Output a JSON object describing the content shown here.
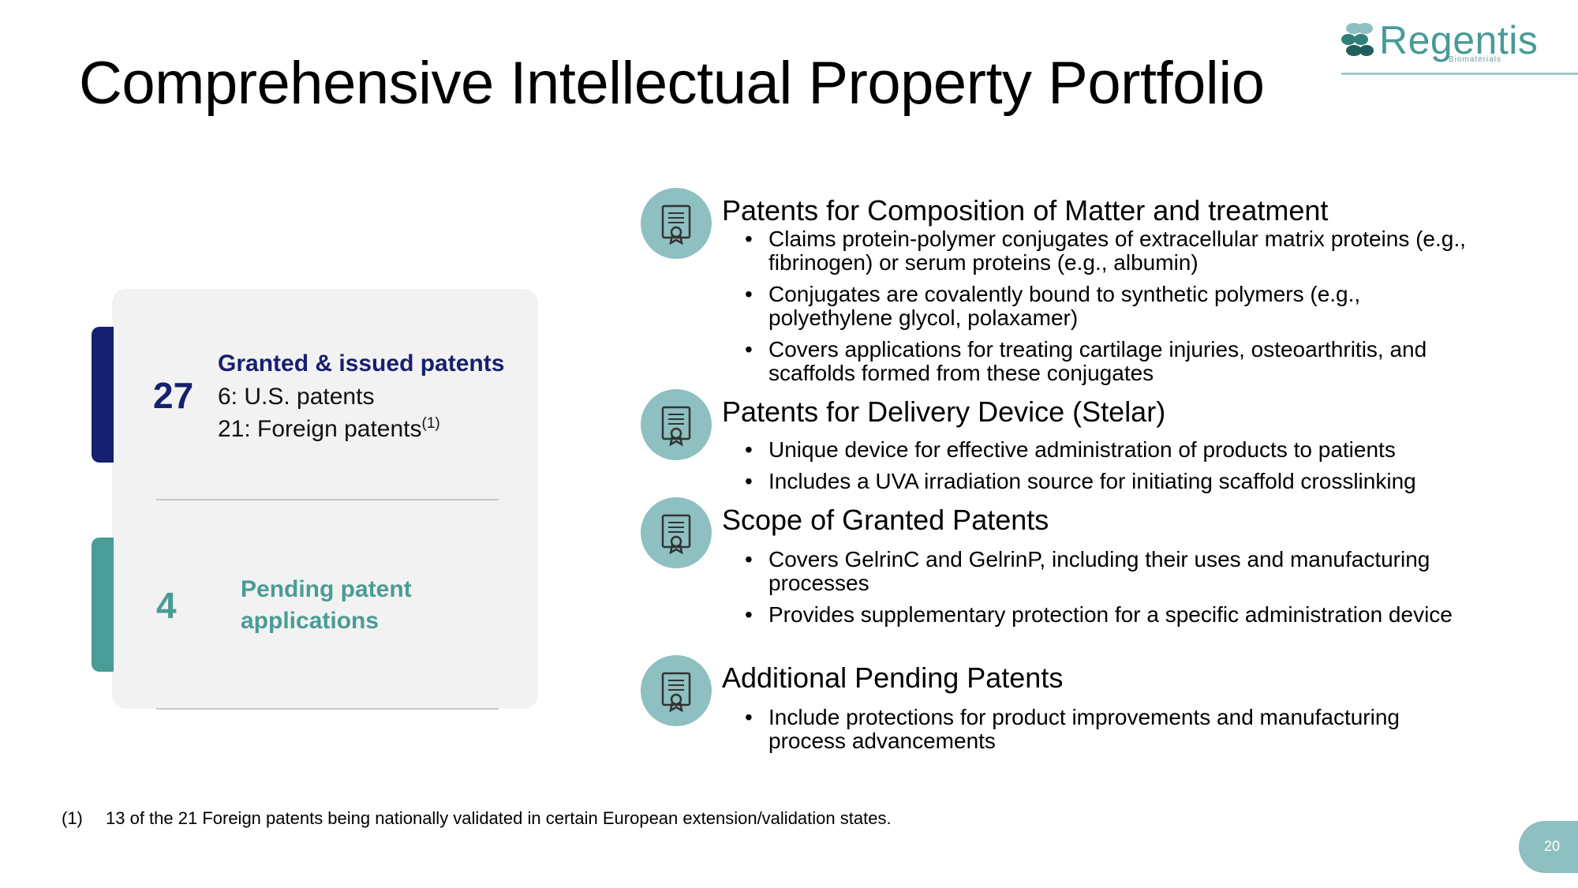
{
  "title": "Comprehensive Intellectual Property Portfolio",
  "logo": {
    "word": "Regentis",
    "sub": "Biomaterials"
  },
  "stats": {
    "granted": {
      "count": "27",
      "title": "Granted & issued patents",
      "line1": "6: U.S. patents",
      "line2": "21: Foreign patents",
      "line2_sup": "(1)"
    },
    "pending": {
      "count": "4",
      "label": "Pending patent applications"
    }
  },
  "sections": [
    {
      "heading": "Patents for Composition of Matter and treatment",
      "bullets": [
        "Claims protein-polymer conjugates of extracellular matrix proteins (e.g., fibrinogen) or serum proteins (e.g., albumin)",
        "Conjugates are covalently bound to synthetic polymers (e.g., polyethylene glycol, polaxamer)",
        "Covers applications for treating cartilage injuries, osteoarthritis, and scaffolds formed from these conjugates"
      ]
    },
    {
      "heading": "Patents for Delivery Device (Stelar)",
      "bullets": [
        "Unique device for effective administration of products to patients",
        "Includes a UVA irradiation source for initiating scaffold crosslinking"
      ]
    },
    {
      "heading": "Scope of Granted Patents",
      "bullets": [
        "Covers GelrinC and GelrinP, including their uses and manufacturing processes",
        "Provides supplementary protection for a specific administration device"
      ]
    },
    {
      "heading": "Additional Pending Patents",
      "bullets": [
        "Include protections for product improvements and manufacturing process advancements"
      ]
    }
  ],
  "footnote": {
    "mark": "(1)",
    "text": "13 of the 21 Foreign patents being nationally validated in certain European extension/validation states."
  },
  "page_number": "20",
  "colors": {
    "navy": "#17206e",
    "teal": "#4a9c96",
    "icon_circle": "#8ebfc1",
    "card_bg": "#f2f2f2"
  },
  "icons": {
    "section": "certificate-icon"
  }
}
